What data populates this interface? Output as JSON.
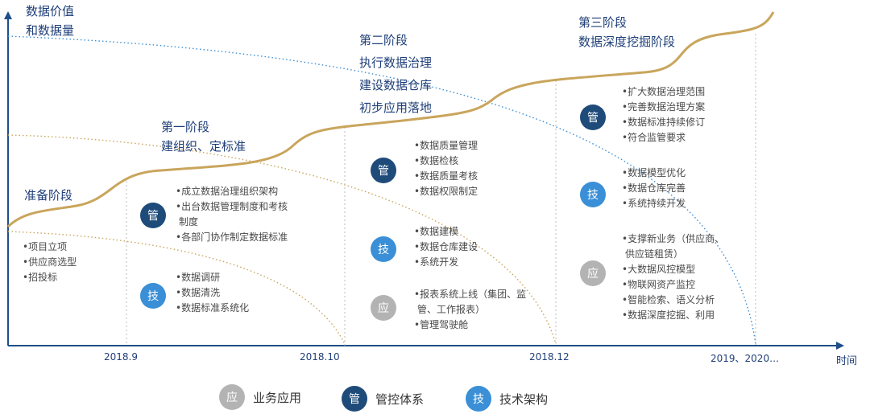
{
  "colors": {
    "gold": "#c9a55c",
    "axis": "#1f4f88",
    "navy": "#1f4b7a",
    "blue": "#3a8fd6",
    "gray": "#b3b3b3",
    "text_blue": "#1f3f79"
  },
  "y_axis_label": [
    "数据价值",
    "和数据量"
  ],
  "x_axis_label": "时间",
  "ticks": [
    "2018.9",
    "2018.10",
    "2018.12",
    "2019、2020…"
  ],
  "stages": {
    "prep": {
      "title": [
        "准备阶段"
      ],
      "bullets": [
        "•项目立项",
        "•供应商选型",
        "•招投标"
      ]
    },
    "stage1": {
      "title": [
        "第一阶段",
        "建组织、定标准"
      ],
      "mgmt": [
        "•成立数据治理组织架构",
        "•出台数据管理制度和考核",
        "制度",
        "•各部门协作制定数据标准"
      ],
      "tech": [
        "•数据调研",
        "•数据清洗",
        "•数据标准系统化"
      ]
    },
    "stage2": {
      "title": [
        "第二阶段",
        "执行数据治理",
        "建设数据仓库",
        "初步应用落地"
      ],
      "mgmt": [
        "•数据质量管理",
        "•数据检核",
        "•数据质量考核",
        "•数据权限制定"
      ],
      "tech": [
        "•数据建模",
        "•数据仓库建设",
        "•系统开发"
      ],
      "app": [
        "•报表系统上线（集团、监",
        "管、工作报表）",
        "•管理驾驶舱"
      ]
    },
    "stage3": {
      "title": [
        "第三阶段",
        "数据深度挖掘阶段"
      ],
      "mgmt": [
        "•扩大数据治理范围",
        "•完善数据治理方案",
        "•数据标准持续修订",
        "•符合监管要求"
      ],
      "tech": [
        "•数据模型优化",
        "•数据仓库完善",
        "•系统持续开发"
      ],
      "app": [
        "•支撑新业务（供应商、",
        "供应链租赁）",
        "•大数据风控模型",
        "•物联网资产监控",
        "•智能检索、语义分析",
        "•数据深度挖掘、利用"
      ]
    }
  },
  "badges": {
    "app": "应",
    "mgmt": "管",
    "tech": "技"
  },
  "legend": [
    {
      "key": "app",
      "label": "业务应用"
    },
    {
      "key": "mgmt",
      "label": "管控体系"
    },
    {
      "key": "tech",
      "label": "技术架构"
    }
  ]
}
